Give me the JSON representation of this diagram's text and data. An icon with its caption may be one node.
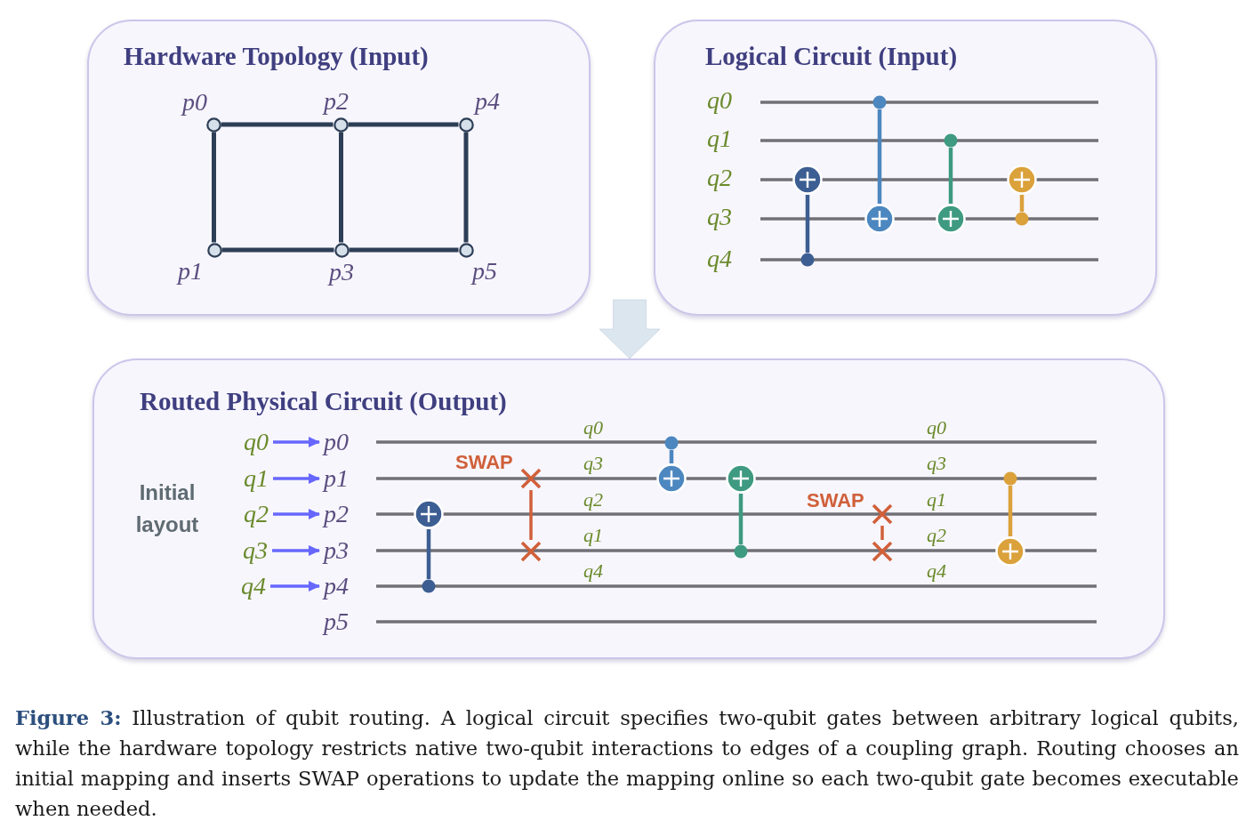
{
  "diagram": {
    "caption": "**Figure 3:** Illustration of qubit routing. A logical circuit specifies two-qubit gates between arbitrary logical qubits, while the hardware topology restricts native two-qubit interactions to edges of a coupling graph. Routing chooses an initial mapping and inserts SWAP operations to update the mapping online so each two-qubit gate becomes executable when needed.",
    "nodes": [
      {
        "text": [
          "Hardware Topology (Input)"
        ]
      },
      {
        "text": [],
        "shape": "circle",
        "beside": [
          "p0"
        ],
        "in": 0
      },
      {
        "text": [],
        "shape": "circle",
        "beside": [
          "p2"
        ],
        "in": 0
      },
      {
        "text": [],
        "shape": "circle",
        "beside": [
          "p4"
        ],
        "in": 0
      },
      {
        "text": [],
        "shape": "circle",
        "beside": [
          "p1"
        ],
        "in": 0
      },
      {
        "text": [],
        "shape": "circle",
        "beside": [
          "p3"
        ],
        "in": 0
      },
      {
        "text": [],
        "shape": "circle",
        "beside": [
          "p5"
        ],
        "in": 0
      },
      {
        "text": [
          "Logical Circuit (Input)"
        ]
      },
      {
        "text": [],
        "shape": "circle",
        "in": 7
      },
      {
        "text": [],
        "shape": "circle",
        "in": 7
      },
      {
        "text": [],
        "shape": "circle",
        "in": 7
      },
      {
        "text": [],
        "shape": "circle",
        "in": 7
      },
      {
        "text": [],
        "shape": "circle",
        "in": 7
      },
      {
        "text": [],
        "shape": "circle",
        "in": 7
      },
      {
        "text": [],
        "shape": "circle",
        "in": 7
      },
      {
        "text": [],
        "shape": "circle",
        "in": 7
      },
      {
        "text": [
          "Routed Physical Circuit (Output)"
        ]
      },
      {
        "text": [
          "q0"
        ],
        "in": 16
      },
      {
        "text": [
          "p0"
        ],
        "in": 16
      },
      {
        "text": [
          "q1"
        ],
        "in": 16
      },
      {
        "text": [
          "p1"
        ],
        "in": 16
      },
      {
        "text": [
          "q2"
        ],
        "in": 16
      },
      {
        "text": [
          "p2"
        ],
        "in": 16
      },
      {
        "text": [
          "q3"
        ],
        "in": 16
      },
      {
        "text": [
          "p3"
        ],
        "in": 16
      },
      {
        "text": [
          "q4"
        ],
        "in": 16
      },
      {
        "text": [
          "p4"
        ],
        "in": 16
      },
      {
        "text": [],
        "shape": "circle",
        "in": 16
      },
      {
        "text": [],
        "shape": "circle",
        "in": 16
      },
      {
        "text": [],
        "shape": "cross",
        "in": 16
      },
      {
        "text": [],
        "shape": "cross",
        "in": 16
      },
      {
        "text": [],
        "shape": "circle",
        "in": 16
      },
      {
        "text": [],
        "shape": "circle",
        "in": 16
      },
      {
        "text": [],
        "shape": "circle",
        "in": 16
      },
      {
        "text": [],
        "shape": "circle",
        "in": 16
      },
      {
        "text": [],
        "shape": "cross",
        "in": 16
      },
      {
        "text": [],
        "shape": "cross",
        "in": 16
      },
      {
        "text": [],
        "shape": "circle",
        "in": 16
      },
      {
        "text": [],
        "shape": "circle",
        "in": 16
      }
    ],
    "edges": [
      {
        "from": 1,
        "to": 2,
        "arrow": "none"
      },
      {
        "from": 2,
        "to": 3,
        "arrow": "none"
      },
      {
        "from": 1,
        "to": 4,
        "arrow": "none"
      },
      {
        "from": 2,
        "to": 5,
        "arrow": "none"
      },
      {
        "from": 3,
        "to": 6,
        "arrow": "none"
      },
      {
        "from": 4,
        "to": 5,
        "arrow": "none"
      },
      {
        "from": 5,
        "to": 6,
        "arrow": "none"
      },
      {
        "from": 9,
        "to": 8,
        "arrow": "none",
        "color": "#3c5e92"
      },
      {
        "from": 10,
        "to": 11,
        "arrow": "none",
        "color": "#4c87c0"
      },
      {
        "from": 12,
        "to": 13,
        "arrow": "none",
        "color": "#3e9a80"
      },
      {
        "from": 15,
        "to": 14,
        "arrow": "none",
        "color": "#dba13b"
      },
      {
        "from": null,
        "to": 16,
        "arrow": "to",
        "style": "thick",
        "color": "#dbe6ef"
      },
      {
        "from": 17,
        "to": 18,
        "arrow": "to",
        "color": "#6767ff"
      },
      {
        "from": 19,
        "to": 20,
        "arrow": "to",
        "color": "#6767ff"
      },
      {
        "from": 21,
        "to": 22,
        "arrow": "to",
        "color": "#6767ff"
      },
      {
        "from": 23,
        "to": 24,
        "arrow": "to",
        "color": "#6767ff"
      },
      {
        "from": 25,
        "to": 26,
        "arrow": "to",
        "color": "#6767ff"
      },
      {
        "from": 28,
        "to": 27,
        "arrow": "none",
        "color": "#3c5e92"
      },
      {
        "from": 29,
        "to": 30,
        "arrow": "none",
        "label": "SWAP",
        "color": "#d0603a"
      },
      {
        "from": 31,
        "to": 32,
        "arrow": "none",
        "color": "#4c87c0"
      },
      {
        "from": 34,
        "to": 33,
        "arrow": "none",
        "color": "#3e9a80"
      },
      {
        "from": 35,
        "to": 36,
        "arrow": "none",
        "label": "SWAP",
        "color": "#d0603a"
      },
      {
        "from": 37,
        "to": 38,
        "arrow": "none",
        "color": "#dba13b"
      }
    ],
    "labels": [
      "q0",
      "q1",
      "q2",
      "q3",
      "q4",
      "Initial layout",
      "q0",
      "q3",
      "q2",
      "q1",
      "q4",
      "q0",
      "q3",
      "q1",
      "q2",
      "q4",
      "p5"
    ]
  }
}
